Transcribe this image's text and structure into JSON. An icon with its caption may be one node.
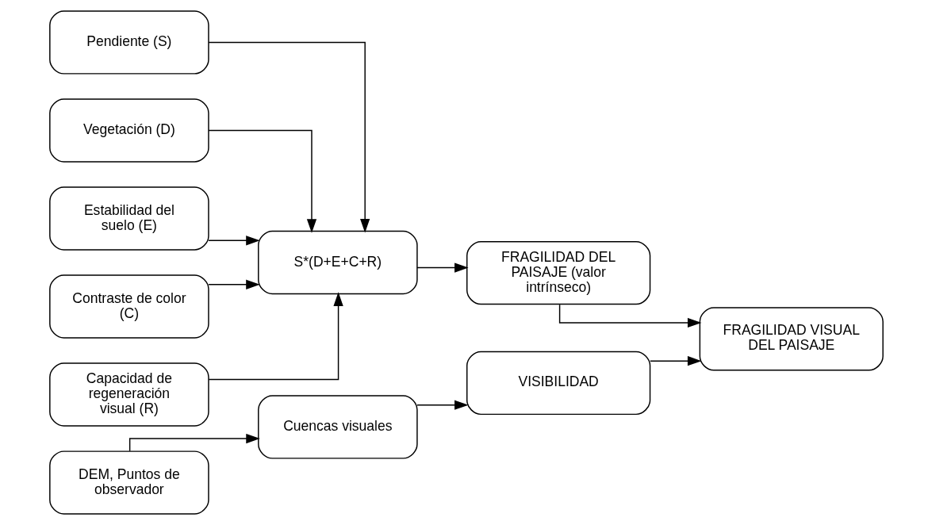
{
  "diagram": {
    "nodes": [
      {
        "text": [
          "Pendiente (S)"
        ]
      },
      {
        "text": [
          "Vegetación (D)"
        ]
      },
      {
        "text": [
          "Estabilidad del suelo (E)"
        ]
      },
      {
        "text": [
          "Contraste de color (C)"
        ]
      },
      {
        "text": [
          "Capacidad de regeneración visual (R)"
        ]
      },
      {
        "text": [
          "S*(D+E+C+R)"
        ]
      },
      {
        "text": [
          "FRAGILIDAD DEL PAISAJE (valor intrínseco)"
        ]
      },
      {
        "text": [
          "FRAGILIDAD VISUAL DEL PAISAJE"
        ]
      },
      {
        "text": [
          "DEM, Puntos de observador"
        ]
      },
      {
        "text": [
          "Cuencas visuales"
        ]
      },
      {
        "text": [
          "VISIBILIDAD"
        ]
      }
    ],
    "edges": [
      {
        "from": 0,
        "to": 5,
        "arrow": "to"
      },
      {
        "from": 1,
        "to": 5,
        "arrow": "to"
      },
      {
        "from": 2,
        "to": 5,
        "arrow": "to"
      },
      {
        "from": 3,
        "to": 5,
        "arrow": "to"
      },
      {
        "from": 4,
        "to": 5,
        "arrow": "to"
      },
      {
        "from": 5,
        "to": 6,
        "arrow": "to"
      },
      {
        "from": 6,
        "to": 7,
        "arrow": "to"
      },
      {
        "from": 10,
        "to": 7,
        "arrow": "to"
      },
      {
        "from": 8,
        "to": 9,
        "arrow": "to"
      },
      {
        "from": 9,
        "to": 10,
        "arrow": "to"
      }
    ]
  }
}
